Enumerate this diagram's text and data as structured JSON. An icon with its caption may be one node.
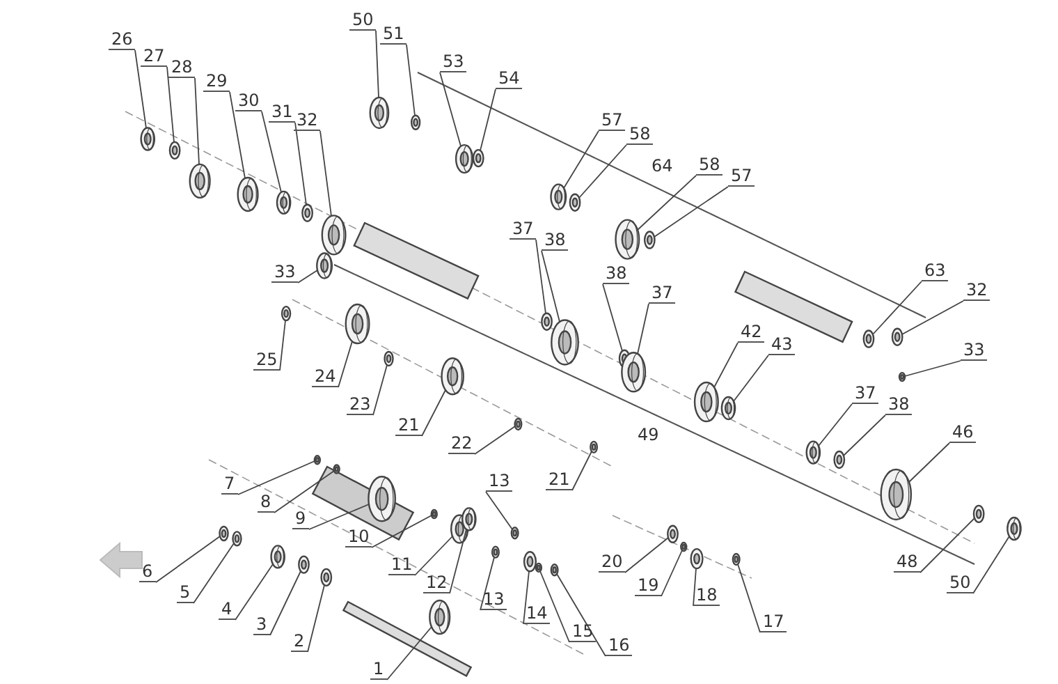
{
  "diagram": {
    "nodes": [
      {
        "text": [
          "26"
        ]
      },
      {
        "text": [
          "27"
        ]
      },
      {
        "text": [
          "28"
        ]
      },
      {
        "text": [
          "29"
        ]
      },
      {
        "text": [
          "30"
        ]
      },
      {
        "text": [
          "31"
        ]
      },
      {
        "text": [
          "32"
        ]
      },
      {
        "text": [
          "33"
        ]
      },
      {
        "text": [
          "50"
        ]
      },
      {
        "text": [
          "51"
        ]
      },
      {
        "text": [
          "53"
        ]
      },
      {
        "text": [
          "54"
        ]
      },
      {
        "text": [
          "57"
        ]
      },
      {
        "text": [
          "58"
        ]
      },
      {
        "text": [
          "58"
        ]
      },
      {
        "text": [
          "57"
        ]
      },
      {
        "text": [
          "37"
        ]
      },
      {
        "text": [
          "38"
        ]
      },
      {
        "text": [
          "38"
        ]
      },
      {
        "text": [
          "37"
        ]
      },
      {
        "text": [
          "63"
        ]
      },
      {
        "text": [
          "32"
        ]
      },
      {
        "text": [
          "33"
        ]
      },
      {
        "text": [
          "42"
        ]
      },
      {
        "text": [
          "43"
        ]
      },
      {
        "text": [
          "37"
        ]
      },
      {
        "text": [
          "38"
        ]
      },
      {
        "text": [
          "46"
        ]
      },
      {
        "text": [
          "48"
        ]
      },
      {
        "text": [
          "50"
        ]
      },
      {
        "text": [
          "25"
        ]
      },
      {
        "text": [
          "24"
        ]
      },
      {
        "text": [
          "23"
        ]
      },
      {
        "text": [
          "21"
        ]
      },
      {
        "text": [
          "22"
        ]
      },
      {
        "text": [
          "21"
        ]
      },
      {
        "text": [
          "7"
        ]
      },
      {
        "text": [
          "8"
        ]
      },
      {
        "text": [
          "9"
        ]
      },
      {
        "text": [
          "10"
        ]
      },
      {
        "text": [
          "11"
        ]
      },
      {
        "text": [
          "12"
        ]
      },
      {
        "text": [
          "13"
        ]
      },
      {
        "text": [
          "13"
        ]
      },
      {
        "text": [
          "14"
        ]
      },
      {
        "text": [
          "15"
        ]
      },
      {
        "text": [
          "16"
        ]
      },
      {
        "text": [
          "6"
        ]
      },
      {
        "text": [
          "5"
        ]
      },
      {
        "text": [
          "4"
        ]
      },
      {
        "text": [
          "3"
        ]
      },
      {
        "text": [
          "2"
        ]
      },
      {
        "text": [
          "1"
        ]
      },
      {
        "text": [
          "20"
        ]
      },
      {
        "text": [
          "19"
        ]
      },
      {
        "text": [
          "18"
        ]
      },
      {
        "text": [
          "17"
        ]
      },
      {
        "text": [],
        "shape": "picture"
      },
      {
        "text": [],
        "shape": "picture"
      },
      {
        "text": [],
        "shape": "picture"
      },
      {
        "text": [],
        "shape": "picture"
      },
      {
        "text": [],
        "shape": "picture"
      },
      {
        "text": [],
        "shape": "picture"
      },
      {
        "text": [],
        "shape": "picture"
      },
      {
        "text": [],
        "shape": "picture"
      },
      {
        "text": [],
        "shape": "picture"
      },
      {
        "text": [],
        "shape": "picture"
      },
      {
        "text": [],
        "shape": "picture"
      },
      {
        "text": [],
        "shape": "picture"
      },
      {
        "text": [],
        "shape": "picture"
      },
      {
        "text": [],
        "shape": "picture"
      },
      {
        "text": [],
        "shape": "picture"
      },
      {
        "text": [],
        "shape": "picture"
      },
      {
        "text": [],
        "shape": "picture"
      },
      {
        "text": [],
        "shape": "picture"
      },
      {
        "text": [],
        "shape": "picture"
      },
      {
        "text": [],
        "shape": "picture"
      },
      {
        "text": [],
        "shape": "picture"
      },
      {
        "text": [],
        "shape": "picture"
      },
      {
        "text": [],
        "shape": "picture"
      },
      {
        "text": [],
        "shape": "picture"
      },
      {
        "text": [],
        "shape": "picture"
      },
      {
        "text": [],
        "shape": "picture"
      },
      {
        "text": [],
        "shape": "picture"
      },
      {
        "text": [],
        "shape": "picture"
      },
      {
        "text": [],
        "shape": "picture"
      },
      {
        "text": [],
        "shape": "picture"
      },
      {
        "text": [],
        "shape": "picture"
      },
      {
        "text": [],
        "shape": "picture"
      },
      {
        "text": [],
        "shape": "picture"
      },
      {
        "text": [],
        "shape": "picture"
      },
      {
        "text": [],
        "shape": "picture"
      },
      {
        "text": [],
        "shape": "picture"
      },
      {
        "text": [],
        "shape": "picture"
      },
      {
        "text": [],
        "shape": "picture"
      },
      {
        "text": [],
        "shape": "picture"
      },
      {
        "text": [],
        "shape": "picture"
      },
      {
        "text": [],
        "shape": "picture"
      },
      {
        "text": [],
        "shape": "picture"
      },
      {
        "text": [],
        "shape": "picture"
      },
      {
        "text": [],
        "shape": "picture"
      },
      {
        "text": [],
        "shape": "picture"
      },
      {
        "text": [],
        "shape": "picture"
      },
      {
        "text": [],
        "shape": "picture"
      },
      {
        "text": [],
        "shape": "picture"
      },
      {
        "text": [],
        "shape": "picture"
      },
      {
        "text": [],
        "shape": "picture"
      },
      {
        "text": [],
        "shape": "picture"
      },
      {
        "text": [],
        "shape": "picture"
      },
      {
        "text": [],
        "shape": "picture"
      },
      {
        "text": [],
        "shape": "picture"
      },
      {
        "text": [],
        "shape": "picture"
      },
      {
        "text": [],
        "shape": "picture"
      },
      {
        "text": [],
        "shape": "picture"
      }
    ],
    "edges": [
      {
        "from": 0,
        "to": 57,
        "arrow": "none"
      },
      {
        "from": 1,
        "to": 58,
        "arrow": "none"
      },
      {
        "from": 2,
        "to": 59,
        "arrow": "none"
      },
      {
        "from": 3,
        "to": 60,
        "arrow": "none"
      },
      {
        "from": 4,
        "to": 61,
        "arrow": "none"
      },
      {
        "from": 5,
        "to": 62,
        "arrow": "none"
      },
      {
        "from": 6,
        "to": 63,
        "arrow": "none"
      },
      {
        "from": 7,
        "to": 64,
        "arrow": "none"
      },
      {
        "from": 8,
        "to": 65,
        "arrow": "none"
      },
      {
        "from": 9,
        "to": 66,
        "arrow": "none"
      },
      {
        "from": 10,
        "to": 67,
        "arrow": "none"
      },
      {
        "from": 11,
        "to": 68,
        "arrow": "none"
      },
      {
        "from": 12,
        "to": 69,
        "arrow": "none"
      },
      {
        "from": 13,
        "to": 70,
        "arrow": "none"
      },
      {
        "from": 14,
        "to": 71,
        "arrow": "none"
      },
      {
        "from": 15,
        "to": 72,
        "arrow": "none"
      },
      {
        "from": 16,
        "to": 73,
        "arrow": "none"
      },
      {
        "from": 17,
        "to": 74,
        "arrow": "none"
      },
      {
        "from": 18,
        "to": 75,
        "arrow": "none"
      },
      {
        "from": 19,
        "to": 76,
        "arrow": "none"
      },
      {
        "from": 20,
        "to": 77,
        "arrow": "none"
      },
      {
        "from": 21,
        "to": 78,
        "arrow": "none"
      },
      {
        "from": 22,
        "to": 79,
        "arrow": "none"
      },
      {
        "from": 23,
        "to": 80,
        "arrow": "none"
      },
      {
        "from": 24,
        "to": 81,
        "arrow": "none"
      },
      {
        "from": 25,
        "to": 82,
        "arrow": "none"
      },
      {
        "from": 26,
        "to": 83,
        "arrow": "none"
      },
      {
        "from": 27,
        "to": 84,
        "arrow": "none"
      },
      {
        "from": 28,
        "to": 85,
        "arrow": "none"
      },
      {
        "from": 29,
        "to": 86,
        "arrow": "none"
      },
      {
        "from": 30,
        "to": 87,
        "arrow": "none"
      },
      {
        "from": 31,
        "to": 88,
        "arrow": "none"
      },
      {
        "from": 32,
        "to": 89,
        "arrow": "none"
      },
      {
        "from": 33,
        "to": 90,
        "arrow": "none"
      },
      {
        "from": 34,
        "to": 91,
        "arrow": "none"
      },
      {
        "from": 35,
        "to": 92,
        "arrow": "none"
      },
      {
        "from": 36,
        "to": 93,
        "arrow": "none"
      },
      {
        "from": 37,
        "to": 94,
        "arrow": "none"
      },
      {
        "from": 38,
        "to": 95,
        "arrow": "none"
      },
      {
        "from": 39,
        "to": 96,
        "arrow": "none"
      },
      {
        "from": 40,
        "to": 97,
        "arrow": "none"
      },
      {
        "from": 41,
        "to": 98,
        "arrow": "none"
      },
      {
        "from": 42,
        "to": 99,
        "arrow": "none"
      },
      {
        "from": 43,
        "to": 100,
        "arrow": "none"
      },
      {
        "from": 44,
        "to": 101,
        "arrow": "none"
      },
      {
        "from": 45,
        "to": 102,
        "arrow": "none"
      },
      {
        "from": 46,
        "to": 103,
        "arrow": "none"
      },
      {
        "from": 47,
        "to": 104,
        "arrow": "none"
      },
      {
        "from": 48,
        "to": 105,
        "arrow": "none"
      },
      {
        "from": 49,
        "to": 106,
        "arrow": "none"
      },
      {
        "from": 50,
        "to": 107,
        "arrow": "none"
      },
      {
        "from": 51,
        "to": 108,
        "arrow": "none"
      },
      {
        "from": 52,
        "to": 109,
        "arrow": "none"
      },
      {
        "from": 53,
        "to": 110,
        "arrow": "none"
      },
      {
        "from": 54,
        "to": 111,
        "arrow": "none"
      },
      {
        "from": 55,
        "to": 112,
        "arrow": "none"
      },
      {
        "from": 56,
        "to": 113,
        "arrow": "none"
      }
    ],
    "labels": [
      "64",
      "49"
    ]
  }
}
